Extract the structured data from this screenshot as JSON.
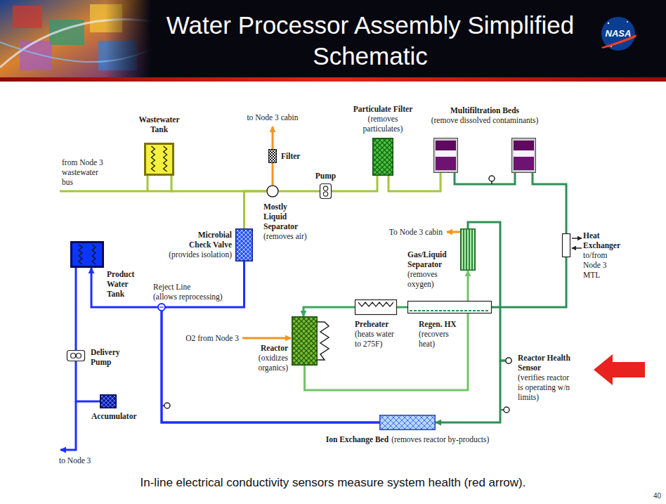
{
  "diagram": {
    "title": "Water Processor Assembly Simplified Schematic",
    "caption": "In-line electrical conductivity sensors measure system health (red arrow).",
    "nodes": [
      {
        "text": [
          "Wastewater Tank"
        ]
      },
      {
        "text": [
          "Filter"
        ]
      },
      {
        "text": [
          "Mostly Liquid Separator",
          "(removes air)"
        ]
      },
      {
        "text": [
          "Pump"
        ]
      },
      {
        "text": [
          "Particulate Filter",
          "(removes particulates)"
        ]
      },
      {
        "text": [
          "Multifiltration Beds",
          "(remove dissolved contaminants)"
        ]
      },
      {
        "text": [
          "Heat Exchanger",
          "to/from Node 3 MTL"
        ]
      },
      {
        "text": [
          "Microbial Check Valve",
          "(provides isolation)"
        ]
      },
      {
        "text": [
          "Product Water Tank"
        ]
      },
      {
        "text": [
          "Gas/Liquid Separator",
          "(removes oxygen)"
        ]
      },
      {
        "text": [
          "Reactor",
          "(oxidizes organics)"
        ]
      },
      {
        "text": [
          "Preheater",
          "(heats water to 275F)"
        ]
      },
      {
        "text": [
          "Regen. HX",
          "(recovers heat)"
        ]
      },
      {
        "text": [
          "Delivery Pump"
        ]
      },
      {
        "text": [
          "Reactor Health Sensor",
          "(verifies reactor is operating w/n limits)"
        ]
      },
      {
        "text": [
          "Accumulator"
        ]
      },
      {
        "text": [
          "Ion Exchange Bed",
          "(removes reactor by-products)"
        ]
      }
    ],
    "edges": [
      {
        "from": 0,
        "to": 2,
        "arrow": "none"
      },
      {
        "from": 2,
        "to": 1,
        "arrow": "none"
      },
      {
        "from": 2,
        "to": 3,
        "arrow": "none"
      },
      {
        "from": 3,
        "to": 4,
        "arrow": "none"
      },
      {
        "from": 4,
        "to": 5,
        "arrow": "none"
      },
      {
        "from": 5,
        "to": 6,
        "arrow": "none"
      },
      {
        "from": 6,
        "to": 12,
        "arrow": "none"
      },
      {
        "from": 12,
        "to": 11,
        "arrow": "none"
      },
      {
        "from": 11,
        "to": 10,
        "arrow": "to"
      },
      {
        "from": 10,
        "to": 12,
        "arrow": "none"
      },
      {
        "from": 12,
        "to": 9,
        "arrow": "to"
      },
      {
        "from": 9,
        "to": 14,
        "arrow": "none"
      },
      {
        "from": 14,
        "to": 16,
        "arrow": "to"
      },
      {
        "from": 16,
        "to": 8,
        "arrow": "to"
      },
      {
        "from": 16,
        "to": 7,
        "arrow": "none"
      },
      {
        "from": 7,
        "to": 2,
        "arrow": "none"
      },
      {
        "from": 8,
        "to": 13,
        "arrow": "none"
      },
      {
        "from": 13,
        "to": 15,
        "arrow": "none"
      }
    ],
    "labels": [
      "to Node 3 cabin",
      "from Node 3 wastewater bus",
      "Reject Line",
      "(allows reprocessing)",
      "O2 from Node 3",
      "To Node 3 cabin",
      "to Node 3",
      "NASA",
      "40"
    ]
  }
}
